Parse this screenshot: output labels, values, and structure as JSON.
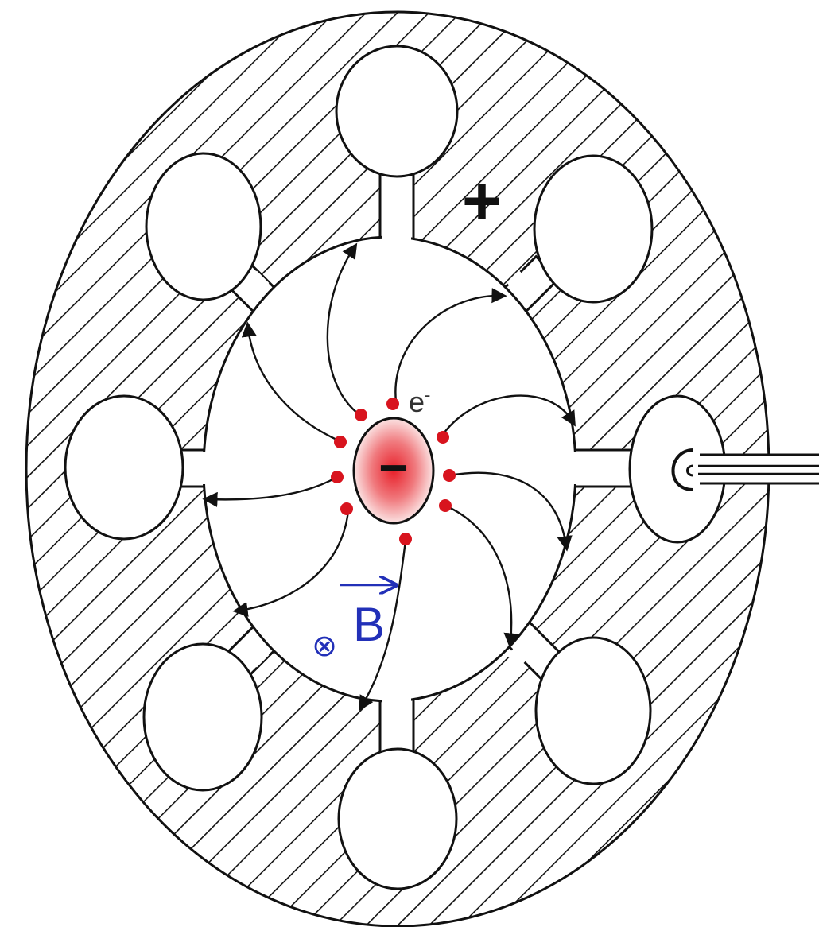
{
  "labels": {
    "anode_sign": "+",
    "cathode_sign": "−",
    "electron": "e",
    "electron_superscript": "-",
    "field_symbol": "⊗",
    "field_vector": "B"
  },
  "colors": {
    "stroke": "#111111",
    "background": "#ffffff",
    "cathode_center": "#e8202a",
    "cathode_edge": "#fbe3e3",
    "electron_dot": "#d8141e",
    "field_label": "#2230b8"
  },
  "cavities": [
    "top",
    "top-right",
    "right-output",
    "bottom-right",
    "bottom",
    "bottom-left",
    "left",
    "top-left"
  ],
  "electron_count": 9,
  "electron_paths": 9
}
